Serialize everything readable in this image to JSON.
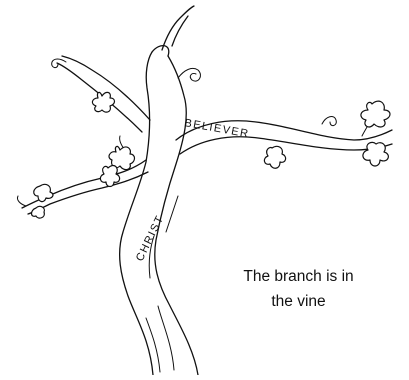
{
  "figure": {
    "trunk_label": "CHRIST",
    "branch_label": "BELIEVER",
    "caption_lines": [
      "The branch is in",
      "the vine"
    ]
  }
}
